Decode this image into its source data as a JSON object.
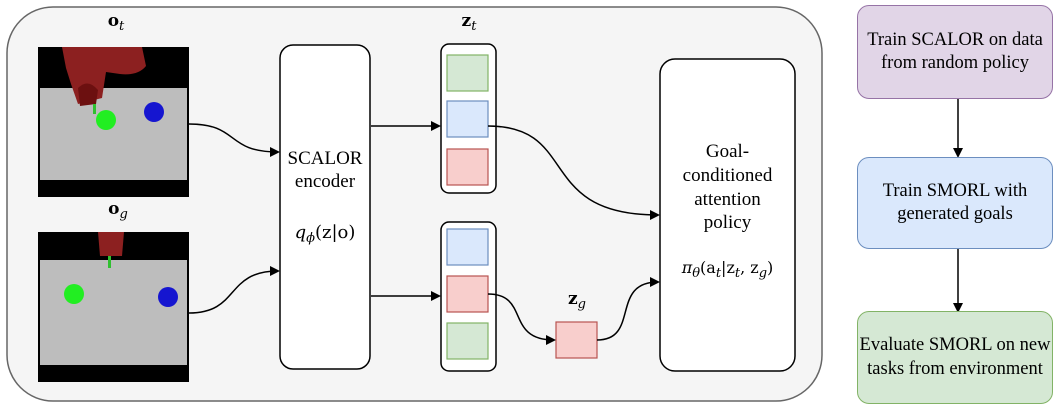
{
  "labels": {
    "obs_current": {
      "main": "o",
      "sub": "t"
    },
    "obs_goal": {
      "main": "o",
      "sub": "g"
    },
    "latent_current": {
      "main": "z",
      "sub": "t"
    },
    "latent_goal": {
      "main": "z",
      "sub": "g"
    }
  },
  "encoder": {
    "line1": "SCALOR",
    "line2": "encoder",
    "formula_fn": "q",
    "formula_sub": "ϕ",
    "formula_args": "(z|o)"
  },
  "policy": {
    "line1": "Goal-",
    "line2": "conditioned",
    "line3": "attention",
    "line4": "policy",
    "formula_fn": "π",
    "formula_sub": "θ",
    "formula_args": "(a",
    "formula_args_sub1": "t",
    "formula_args_mid": "|z",
    "formula_args_sub2": "t",
    "formula_args_comma": ", z",
    "formula_args_sub3": "g",
    "formula_close": ")"
  },
  "flow": {
    "step1": "Train SCALOR on data from random policy",
    "step2": "Train SMORL with generated goals",
    "step3": "Evaluate SMORL on new tasks from environment"
  },
  "colors": {
    "green_fill": "#d5e8d4",
    "green_stroke": "#82b366",
    "blue_fill": "#dae8fc",
    "blue_stroke": "#6c8ebf",
    "red_fill": "#f8cecc",
    "red_stroke": "#b85450",
    "purple_fill": "#e1d5e7",
    "purple_stroke": "#9673a6",
    "panel_fill": "#f5f5f5",
    "panel_stroke": "#666666"
  }
}
